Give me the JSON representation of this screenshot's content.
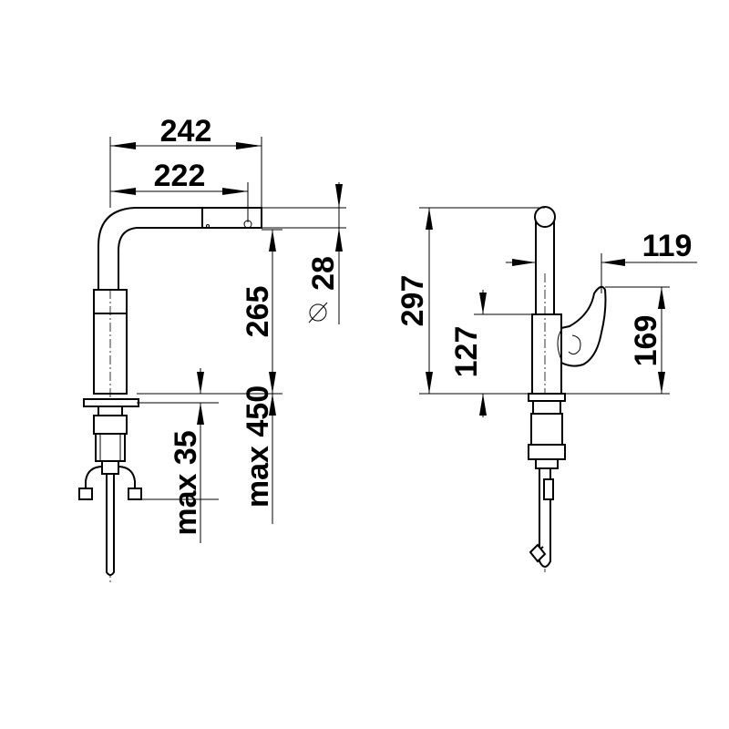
{
  "front_view": {
    "dim_width_overall": "242",
    "dim_width_spout": "222",
    "dim_spout_diameter": "28",
    "diameter_symbol": "⌀",
    "dim_spout_height": "265",
    "dim_max_depth": "max 450",
    "dim_max_thickness": "max 35"
  },
  "side_view": {
    "dim_total_height": "297",
    "dim_handle_offset": "119",
    "dim_handle_height": "169",
    "dim_body_height": "127"
  }
}
